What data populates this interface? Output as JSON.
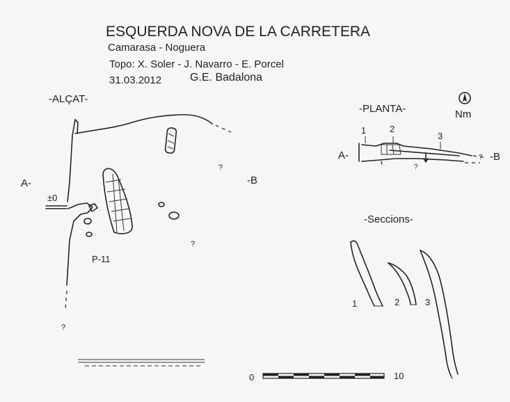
{
  "header": {
    "title": "ESQUERDA NOVA DE LA CARRETERA",
    "location": "Camarasa - Noguera",
    "topo_label": "Topo: X. Soler - J. Navarro - E. Porcel",
    "date": "31.03.2012",
    "club": "G.E. Badalona"
  },
  "alcat": {
    "heading": "-ALÇAT-",
    "left_marker": "A-",
    "right_marker": "-B",
    "zero_level": "±0",
    "pit_label": "P-11",
    "unknown_mark": "?"
  },
  "planta": {
    "heading": "-PLANTA-",
    "north_label": "Nm",
    "left_marker": "A-",
    "right_marker": "-B",
    "section_numbers": [
      "1",
      "2",
      "3"
    ],
    "unknown_mark": "?"
  },
  "seccions": {
    "heading": "-Seccions-",
    "labels": [
      "1",
      "2",
      "3"
    ]
  },
  "scale": {
    "start": "0",
    "end": "10"
  }
}
